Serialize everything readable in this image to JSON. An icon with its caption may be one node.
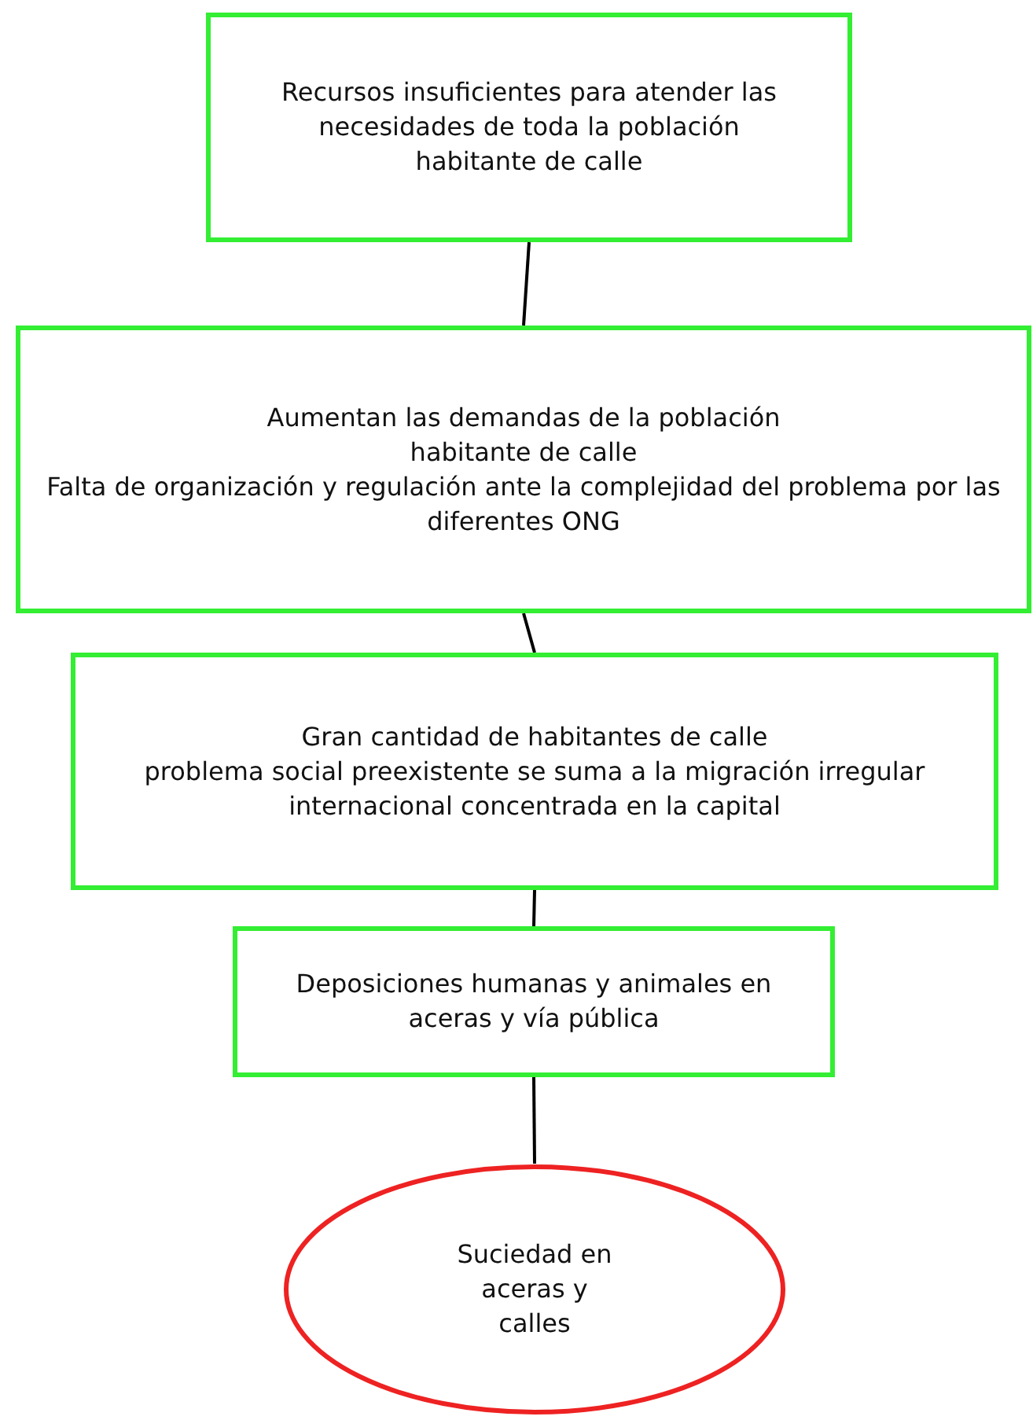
{
  "diagram": {
    "nodes": [
      {
        "text": [
          "Recursos insuficientes para atender las necesidades de toda la población habitante de calle"
        ]
      },
      {
        "text": [
          "Aumentan las demandas de la población habitante de calle",
          "Falta de organización y regulación ante la complejidad del problema por las diferentes ONG"
        ]
      },
      {
        "text": [
          "Gran cantidad de habitantes de calle",
          "problema social preexistente se suma a la migración irregular internacional concentrada en la capital"
        ]
      },
      {
        "text": [
          "Deposiciones humanas y animales en aceras y vía pública"
        ]
      },
      {
        "text": [
          "Suciedad en aceras y calles"
        ]
      }
    ],
    "edges": [
      {
        "from": 0,
        "to": 1,
        "arrow": "none"
      },
      {
        "from": 1,
        "to": 2,
        "arrow": "none"
      },
      {
        "from": 2,
        "to": 3,
        "arrow": "none"
      },
      {
        "from": 3,
        "to": 4,
        "arrow": "none"
      }
    ]
  }
}
